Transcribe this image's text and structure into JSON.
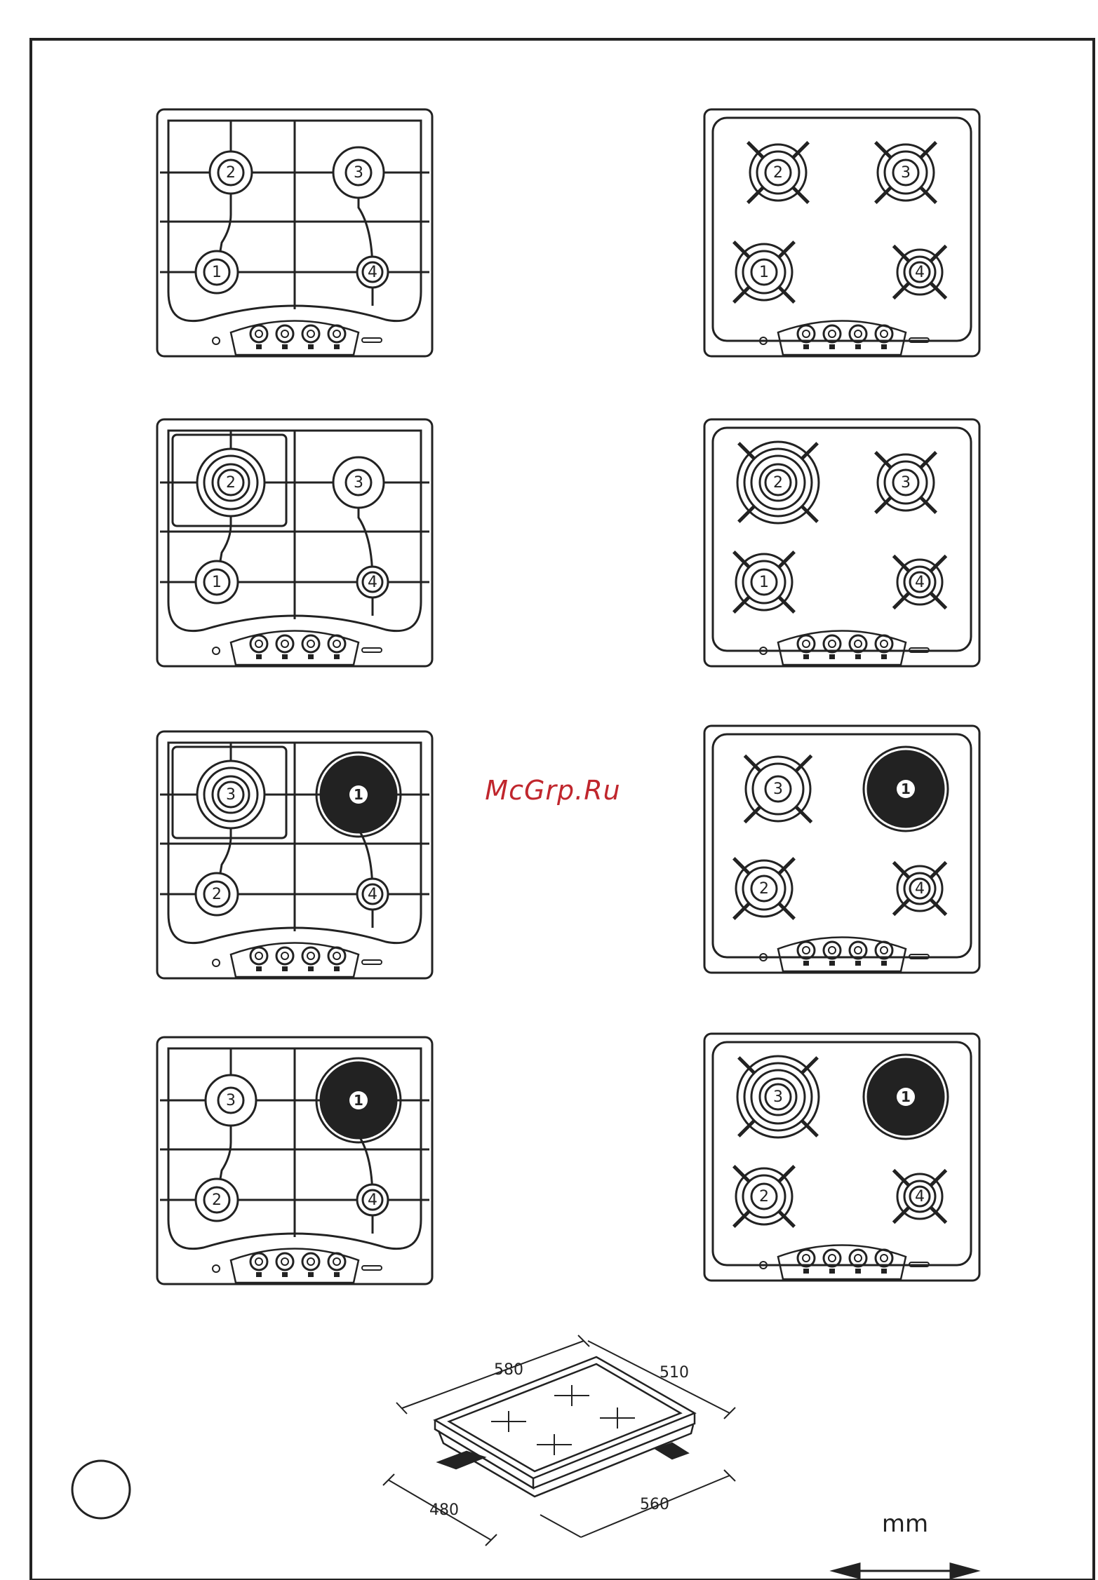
{
  "watermark": "McGrp.Ru",
  "unit_label": "mm",
  "colors": {
    "ink": "#222222",
    "paper": "#ffffff",
    "watermark": "#c0262d"
  },
  "hobs": [
    {
      "style": "grate",
      "burners": [
        {
          "label": "2",
          "kind": "gas"
        },
        {
          "label": "3",
          "kind": "gas-large"
        },
        {
          "label": "1",
          "kind": "gas"
        },
        {
          "label": "4",
          "kind": "gas-small"
        }
      ]
    },
    {
      "style": "pan-supports",
      "burners": [
        {
          "label": "2",
          "kind": "gas"
        },
        {
          "label": "3",
          "kind": "gas"
        },
        {
          "label": "1",
          "kind": "gas"
        },
        {
          "label": "4",
          "kind": "gas-small"
        }
      ]
    },
    {
      "style": "grate-wok",
      "burners": [
        {
          "label": "2",
          "kind": "wok"
        },
        {
          "label": "3",
          "kind": "gas-large"
        },
        {
          "label": "1",
          "kind": "gas"
        },
        {
          "label": "4",
          "kind": "gas-small"
        }
      ]
    },
    {
      "style": "pan-supports",
      "burners": [
        {
          "label": "2",
          "kind": "wok"
        },
        {
          "label": "3",
          "kind": "gas"
        },
        {
          "label": "1",
          "kind": "gas"
        },
        {
          "label": "4",
          "kind": "gas-small"
        }
      ]
    },
    {
      "style": "grate-wok",
      "burners": [
        {
          "label": "3",
          "kind": "wok"
        },
        {
          "label": "1",
          "kind": "electric"
        },
        {
          "label": "2",
          "kind": "gas"
        },
        {
          "label": "4",
          "kind": "gas-small"
        }
      ]
    },
    {
      "style": "pan-supports",
      "burners": [
        {
          "label": "3",
          "kind": "gas-large"
        },
        {
          "label": "1",
          "kind": "electric"
        },
        {
          "label": "2",
          "kind": "gas"
        },
        {
          "label": "4",
          "kind": "gas-small"
        }
      ]
    },
    {
      "style": "grate",
      "burners": [
        {
          "label": "3",
          "kind": "gas-large"
        },
        {
          "label": "1",
          "kind": "electric"
        },
        {
          "label": "2",
          "kind": "gas"
        },
        {
          "label": "4",
          "kind": "gas-small"
        }
      ]
    },
    {
      "style": "pan-supports",
      "burners": [
        {
          "label": "3",
          "kind": "wok"
        },
        {
          "label": "1",
          "kind": "electric"
        },
        {
          "label": "2",
          "kind": "gas"
        },
        {
          "label": "4",
          "kind": "gas-small"
        }
      ]
    }
  ],
  "dimensions": {
    "top_width": "580",
    "top_depth": "510",
    "cutout_depth": "480",
    "cutout_width": "560"
  }
}
